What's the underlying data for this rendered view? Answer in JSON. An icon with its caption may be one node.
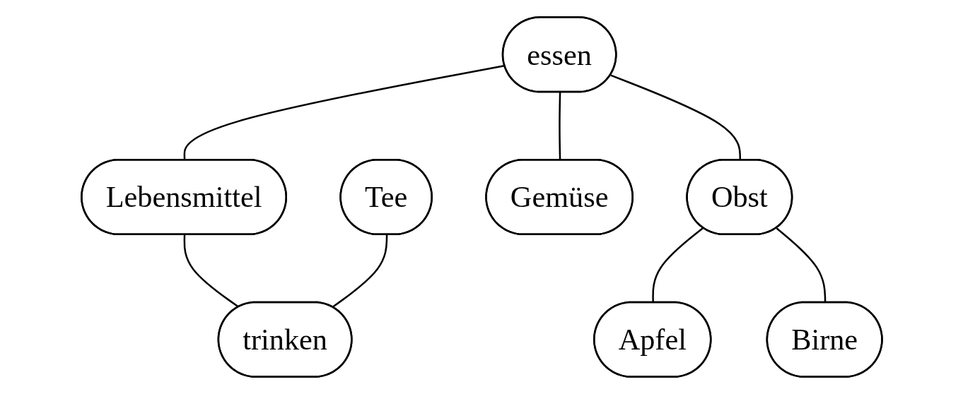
{
  "diagram": {
    "nodes": [
      {
        "text": [
          "essen"
        ]
      },
      {
        "text": [
          "Tee"
        ]
      },
      {
        "text": [
          "Lebensmittel"
        ]
      },
      {
        "text": [
          "Gemüse"
        ]
      },
      {
        "text": [
          "Obst"
        ]
      },
      {
        "text": [
          "trinken"
        ]
      },
      {
        "text": [
          "Apfel"
        ]
      },
      {
        "text": [
          "Birne"
        ]
      }
    ],
    "edges": [
      {
        "from": 0,
        "to": 2,
        "arrow": "none"
      },
      {
        "from": 0,
        "to": 3,
        "arrow": "none"
      },
      {
        "from": 0,
        "to": 4,
        "arrow": "none"
      },
      {
        "from": 2,
        "to": 5,
        "arrow": "none"
      },
      {
        "from": 1,
        "to": 5,
        "arrow": "none"
      },
      {
        "from": 4,
        "to": 6,
        "arrow": "none"
      },
      {
        "from": 4,
        "to": 7,
        "arrow": "none"
      }
    ]
  }
}
